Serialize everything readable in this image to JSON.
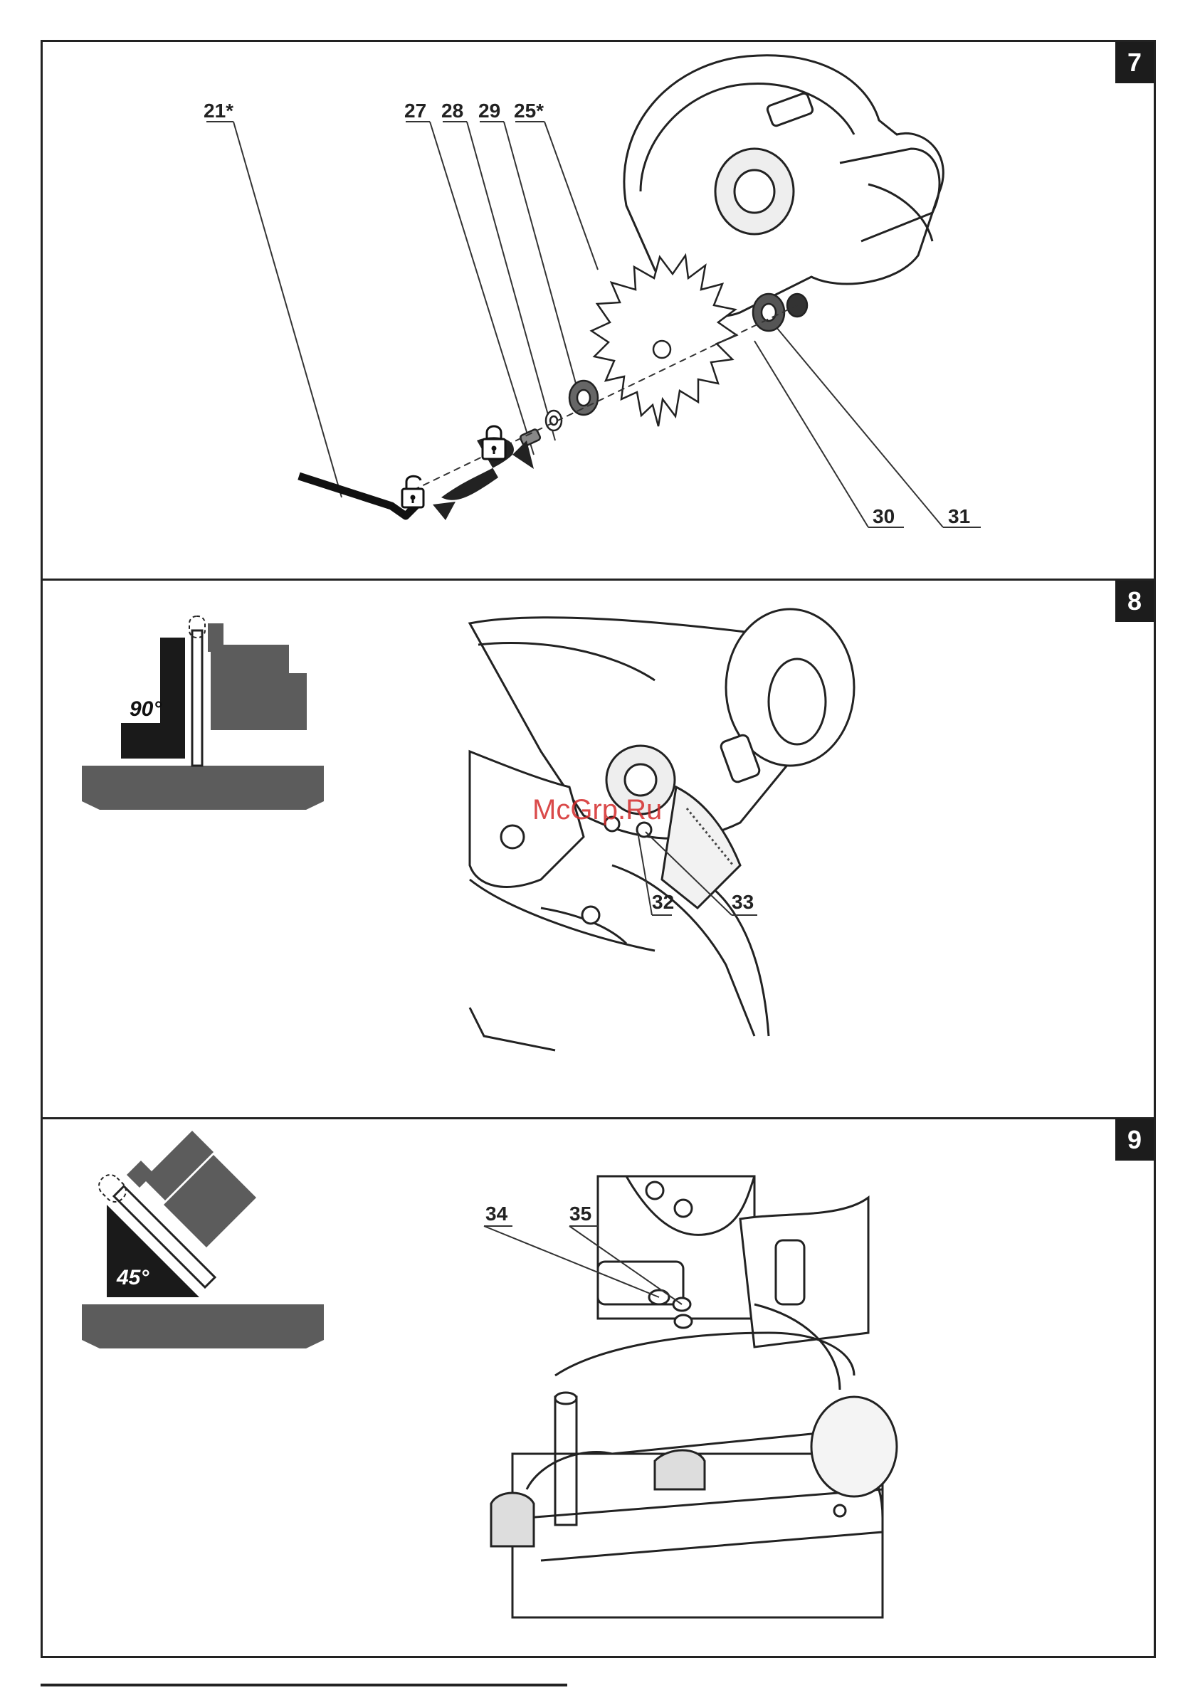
{
  "panels": [
    {
      "figure_number": "7",
      "callouts": [
        "21*",
        "27",
        "28",
        "29",
        "25*",
        "30",
        "31"
      ],
      "icons": [
        "unlock-icon",
        "lock-icon",
        "rotation-arrow-icon",
        "hex-key-icon"
      ]
    },
    {
      "figure_number": "8",
      "angle_label": "90°",
      "callouts": [
        "32",
        "33"
      ],
      "watermark": "McGrp.Ru"
    },
    {
      "figure_number": "9",
      "angle_label": "45°",
      "callouts": [
        "34",
        "35"
      ]
    }
  ],
  "colors": {
    "ink": "#222222",
    "fill_dark": "#1a1a1a",
    "fill_grey": "#5c5c5c",
    "watermark": "#d42a2a"
  }
}
